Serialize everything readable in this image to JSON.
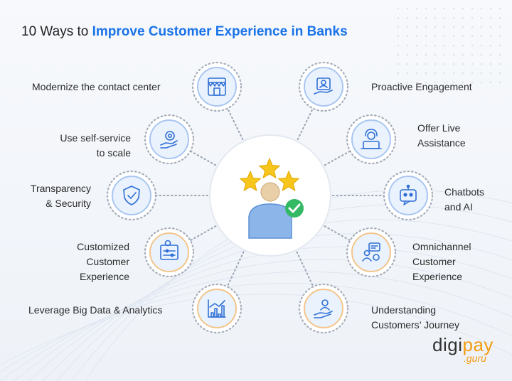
{
  "header": {
    "title_prefix": "10 Ways to ",
    "title_highlight": "Improve Customer Experience in Banks"
  },
  "colors": {
    "accent_blue": "#1a73e8",
    "ring_blue": "#a9c6f2",
    "ring_orange": "#f3c58c",
    "icon_blue": "#2f6fd6",
    "brand_orange": "#f39c12"
  },
  "center": {
    "icon": "customer-rating-icon"
  },
  "items": [
    {
      "id": "modernize",
      "lines": [
        "Modernize the contact center"
      ],
      "icon": "storefront-icon",
      "ring": "blue"
    },
    {
      "id": "self-service",
      "lines": [
        "Use self-service",
        "to scale"
      ],
      "icon": "gear-hand-icon",
      "ring": "blue"
    },
    {
      "id": "transparency",
      "lines": [
        "Transparency",
        "& Security"
      ],
      "icon": "shield-check-icon",
      "ring": "blue"
    },
    {
      "id": "customized",
      "lines": [
        "Customized",
        "Customer",
        "Experience"
      ],
      "icon": "settings-panel-icon",
      "ring": "orange"
    },
    {
      "id": "big-data",
      "lines": [
        "Leverage Big Data & Analytics"
      ],
      "icon": "bar-chart-icon",
      "ring": "orange"
    },
    {
      "id": "proactive",
      "lines": [
        "Proactive Engagement"
      ],
      "icon": "user-hand-icon",
      "ring": "blue"
    },
    {
      "id": "live-assistance",
      "lines": [
        "Offer Live",
        "Assistance"
      ],
      "icon": "support-agent-icon",
      "ring": "blue"
    },
    {
      "id": "chatbots",
      "lines": [
        "Chatbots",
        "and AI"
      ],
      "icon": "chatbot-icon",
      "ring": "blue"
    },
    {
      "id": "omnichannel",
      "lines": [
        "Omnichannel",
        "Customer",
        "Experience"
      ],
      "icon": "omnichannel-icon",
      "ring": "orange"
    },
    {
      "id": "journey",
      "lines": [
        "Understanding",
        "Customers’ Journey"
      ],
      "icon": "user-journey-icon",
      "ring": "orange"
    }
  ],
  "logo": {
    "word_a": "digi",
    "word_b": "pay",
    "sub": ".guru"
  }
}
